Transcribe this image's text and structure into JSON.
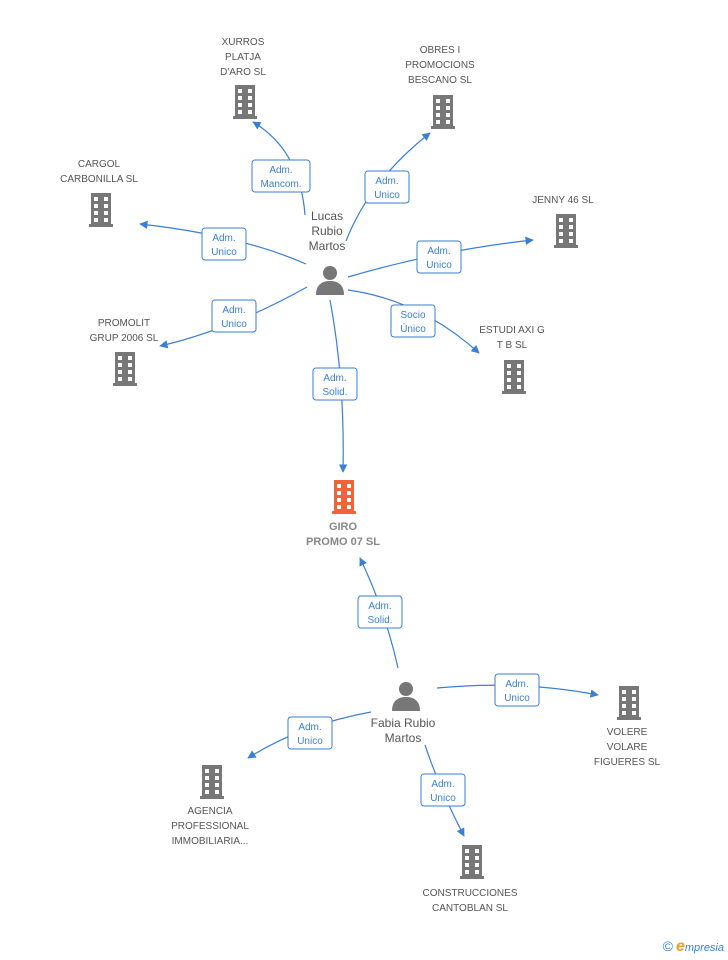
{
  "colors": {
    "edge": "#3a7fd5",
    "company": "#777777",
    "focus_company": "#f0643c",
    "person": "#777777"
  },
  "persons": [
    {
      "id": "lucas",
      "label": [
        "Lucas",
        "Rubio",
        "Martos"
      ]
    },
    {
      "id": "fabia",
      "label": [
        "Fabia Rubio",
        "Martos"
      ]
    }
  ],
  "companies": [
    {
      "id": "xurros",
      "label": [
        "XURROS",
        "PLATJA",
        "D'ARO SL"
      ]
    },
    {
      "id": "obres",
      "label": [
        "OBRES I",
        "PROMOCIONS",
        "BESCANO SL"
      ]
    },
    {
      "id": "cargol",
      "label": [
        "CARGOL",
        "CARBONILLA SL"
      ]
    },
    {
      "id": "jenny",
      "label": [
        "JENNY 46 SL"
      ]
    },
    {
      "id": "promolit",
      "label": [
        "PROMOLIT",
        "GRUP 2006 SL"
      ]
    },
    {
      "id": "estudi",
      "label": [
        "ESTUDI AXI G",
        "T B SL"
      ]
    },
    {
      "id": "giro",
      "label": [
        "GIRO",
        "PROMO 07 SL"
      ],
      "focus": true
    },
    {
      "id": "volere",
      "label": [
        "VOLERE",
        "VOLARE",
        "FIGUERES SL"
      ]
    },
    {
      "id": "agencia",
      "label": [
        "AGENCIA",
        "PROFESSIONAL",
        "IMMOBILIARIA..."
      ]
    },
    {
      "id": "construcciones",
      "label": [
        "CONSTRUCCIONES",
        "CANTOBLAN SL"
      ]
    }
  ],
  "edges": [
    {
      "from": "lucas",
      "to": "xurros",
      "role": [
        "Adm.",
        "Mancom."
      ]
    },
    {
      "from": "lucas",
      "to": "obres",
      "role": [
        "Adm.",
        "Unico"
      ]
    },
    {
      "from": "lucas",
      "to": "cargol",
      "role": [
        "Adm.",
        "Unico"
      ]
    },
    {
      "from": "lucas",
      "to": "jenny",
      "role": [
        "Adm.",
        "Unico"
      ]
    },
    {
      "from": "lucas",
      "to": "promolit",
      "role": [
        "Adm.",
        "Unico"
      ]
    },
    {
      "from": "lucas",
      "to": "estudi",
      "role": [
        "Socio",
        "Único"
      ]
    },
    {
      "from": "lucas",
      "to": "giro",
      "role": [
        "Adm.",
        "Solid."
      ]
    },
    {
      "from": "fabia",
      "to": "giro",
      "role": [
        "Adm.",
        "Solid."
      ]
    },
    {
      "from": "fabia",
      "to": "volere",
      "role": [
        "Adm.",
        "Unico"
      ]
    },
    {
      "from": "fabia",
      "to": "agencia",
      "role": [
        "Adm.",
        "Unico"
      ]
    },
    {
      "from": "fabia",
      "to": "construcciones",
      "role": [
        "Adm.",
        "Unico"
      ]
    }
  ],
  "brand": {
    "copyright": "©",
    "initial": "e",
    "name": "mpresia"
  }
}
